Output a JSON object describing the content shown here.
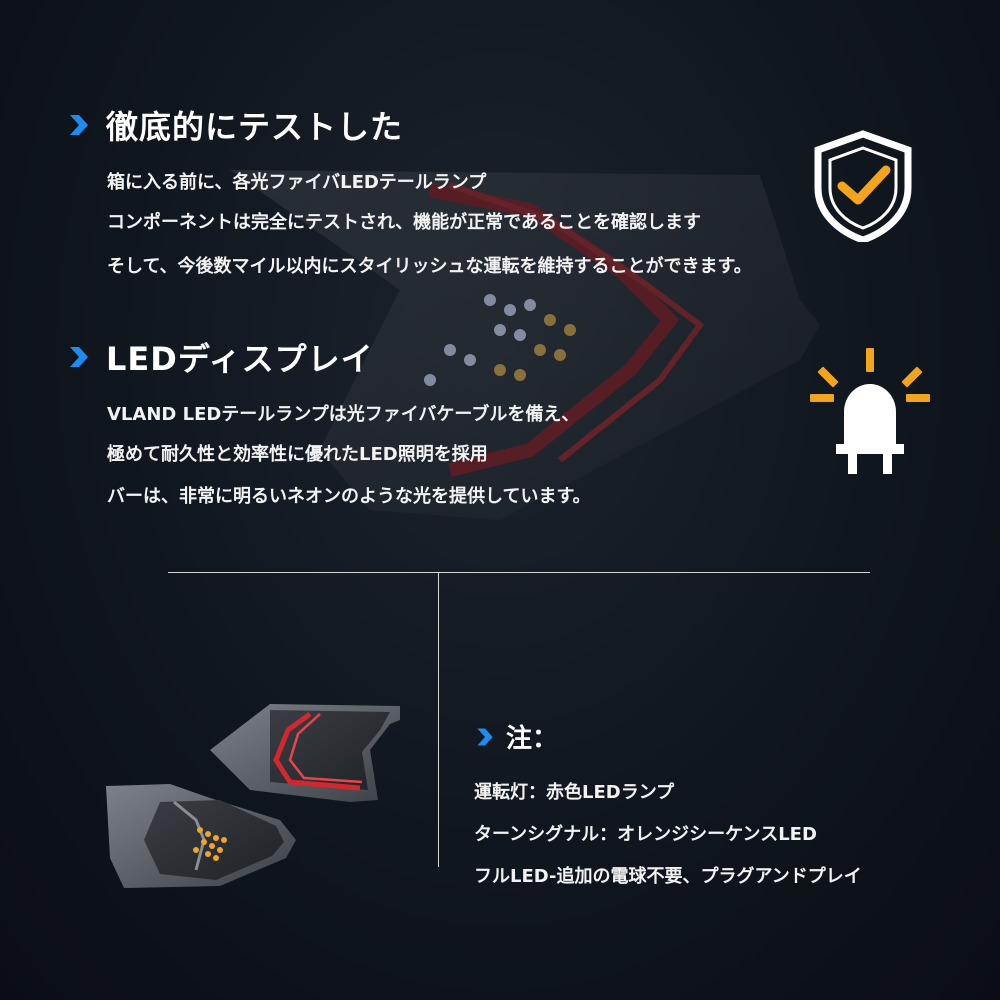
{
  "colors": {
    "accent_blue": "#1f8bef",
    "accent_orange": "#f2a51c",
    "text": "#ffffff",
    "background": "#0e141b"
  },
  "section1": {
    "title": "徹底的にテストした",
    "lines": [
      "箱に入る前に、各光ファイバLEDテールランプ",
      "コンポーネントは完全にテストされ、機能が正常であることを確認します",
      "そして、今後数マイル以内にスタイリッシュな運転を維持することができます。"
    ],
    "icon": "shield-check-icon"
  },
  "section2": {
    "title": "LEDディスプレイ",
    "lines": [
      "VLAND LEDテールランプは光ファイバケーブルを備え、",
      "極めて耐久性と効率性に優れたLED照明を採用",
      "バーは、非常に明るいネオンのような光を提供しています。"
    ],
    "icon": "led-bulb-icon"
  },
  "note": {
    "title": "注：",
    "lines": [
      "運転灯：赤色LEDランプ",
      "ターンシグナル：オレンジシーケンスLED",
      "フルLED-追加の電球不要、プラグアンドプレイ"
    ]
  }
}
